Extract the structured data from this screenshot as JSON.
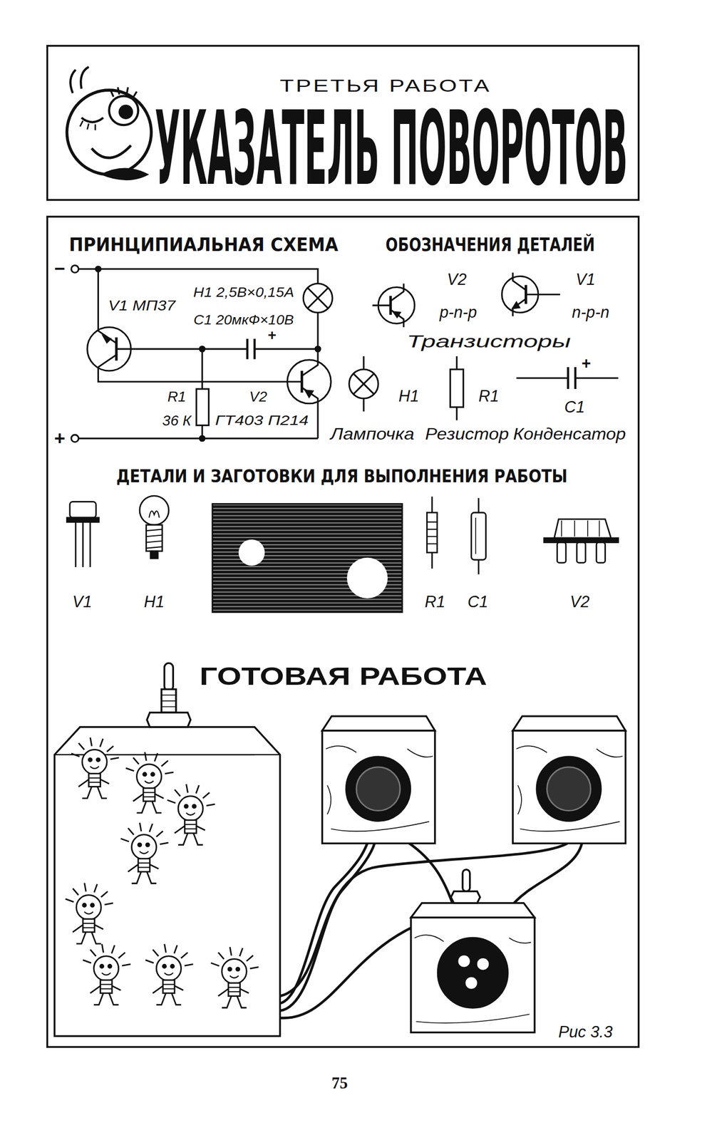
{
  "diagram": {
    "title": "УКАЗАТЕЛЬ ПОВОРОТОВ",
    "caption": "Рис 3.3",
    "labels": [
      "ТРЕТЬЯ РАБОТА",
      "ПРИНЦИПИАЛЬНАЯ СХЕМА",
      "ОБОЗНАЧЕНИЯ ДЕТАЛЕЙ",
      "–",
      "+",
      "V1 МП37",
      "Н1 2,5В×0,15А",
      "С1 20мкФ×10В",
      "+",
      "R1",
      "36 К",
      "V2",
      "ГТ403 П214",
      "V2",
      "p-n-p",
      "V1",
      "n-p-n",
      "Транзисторы",
      "Н1",
      "R1",
      "С1",
      "+",
      "Лампочка",
      "Резистор",
      "Конденсатор",
      "ДЕТАЛИ И ЗАГОТОВКИ ДЛЯ ВЫПОЛНЕНИЯ РАБОТЫ",
      "V1",
      "Н1",
      "R1",
      "С1",
      "V2",
      "ГОТОВАЯ РАБОТА",
      "75"
    ]
  }
}
